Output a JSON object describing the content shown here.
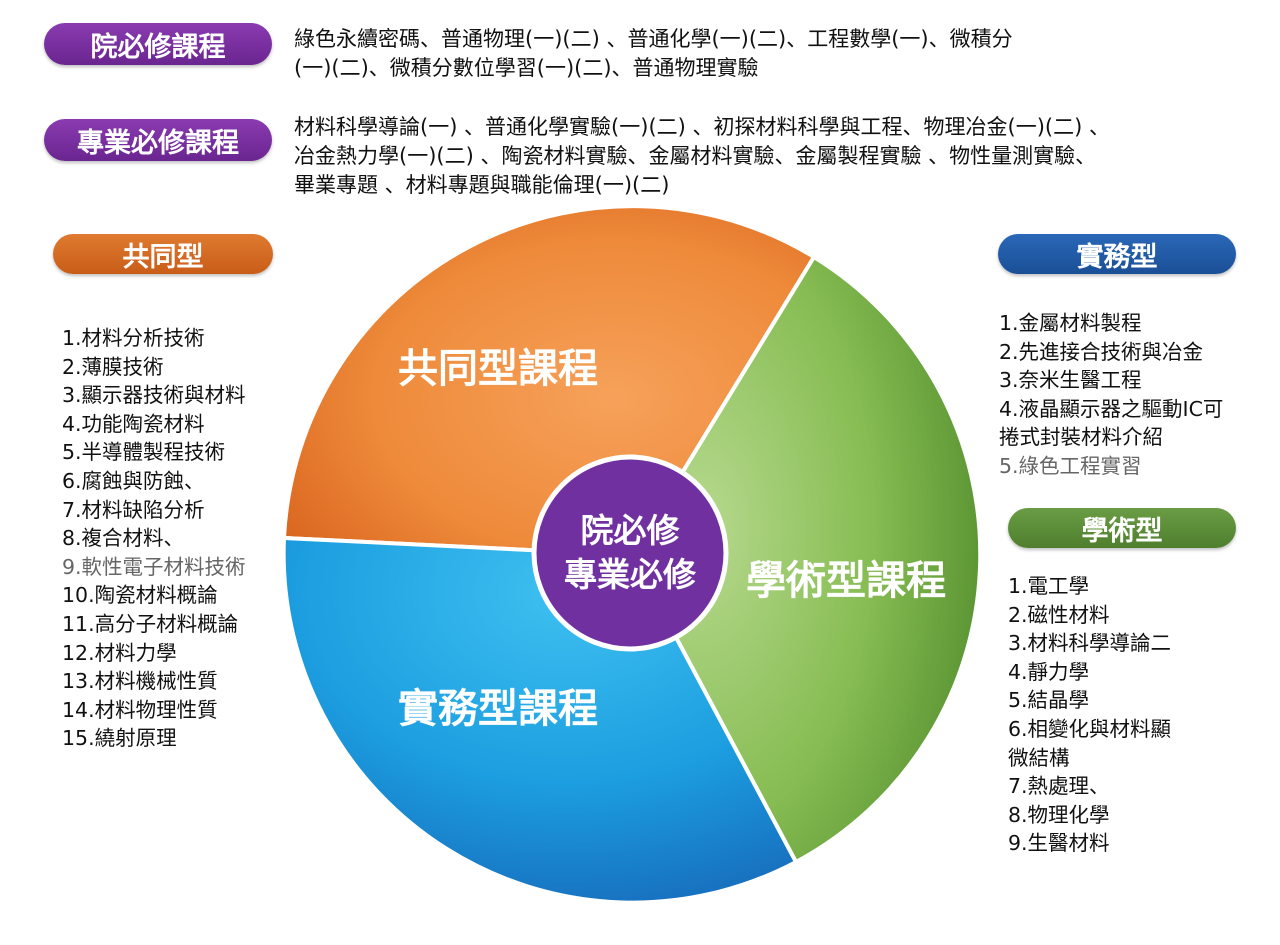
{
  "college_required": {
    "label": "院必修課程",
    "lines": [
      "綠色永續密碼、普通物理(一)(二) 、普通化學(一)(二)、工程數學(一)、微積分",
      "(一)(二)、微積分數位學習(一)(二)、普通物理實驗"
    ]
  },
  "major_required": {
    "label": "專業必修課程",
    "lines": [
      "材料科學導論(一) 、普通化學實驗(一)(二)  、初探材料科學與工程、物理冶金(一)(二) 、",
      "冶金熱力學(一)(二) 、陶瓷材料實驗、金屬材料實驗、金屬製程實驗 、物性量測實驗、",
      "畢業專題 、材料專題與職能倫理(一)(二)"
    ]
  },
  "common": {
    "label": "共同型",
    "items": [
      "1.材料分析技術",
      "2.薄膜技術",
      "3.顯示器技術與材料",
      "4.功能陶瓷材料",
      "5.半導體製程技術",
      "6.腐蝕與防蝕、",
      "7.材料缺陷分析",
      "8.複合材料、",
      "9.軟性電子材料技術",
      "10.陶瓷材料概論",
      "11.高分子材料概論",
      "12.材料力學",
      "13.材料機械性質",
      "14.材料物理性質",
      "15.繞射原理"
    ]
  },
  "practical": {
    "label": "實務型",
    "items": [
      "1.金屬材料製程",
      "2.先進接合技術與冶金",
      "3.奈米生醫工程",
      "4.液晶顯示器之驅動IC可",
      "捲式封裝材料介紹",
      "5.綠色工程實習"
    ]
  },
  "academic": {
    "label": "學術型",
    "items": [
      "1.電工學",
      "2.磁性材料",
      "3.材料科學導論二",
      "4.靜力學",
      "5.結晶學",
      "6.相變化與材料顯",
      "微結構",
      "7.熱處理、",
      "8.物理化學",
      "9.生醫材料"
    ]
  },
  "pie": {
    "common_label": "共同型課程",
    "academic_label": "學術型課程",
    "practical_label": "實務型課程",
    "center_line1": "院必修",
    "center_line2": "專業必修"
  },
  "colors": {
    "purple": "#7A2E9E",
    "orange": "#E0702A",
    "blue": "#1E5AA8",
    "green": "#5B8E3A",
    "center": "#7030A0"
  }
}
